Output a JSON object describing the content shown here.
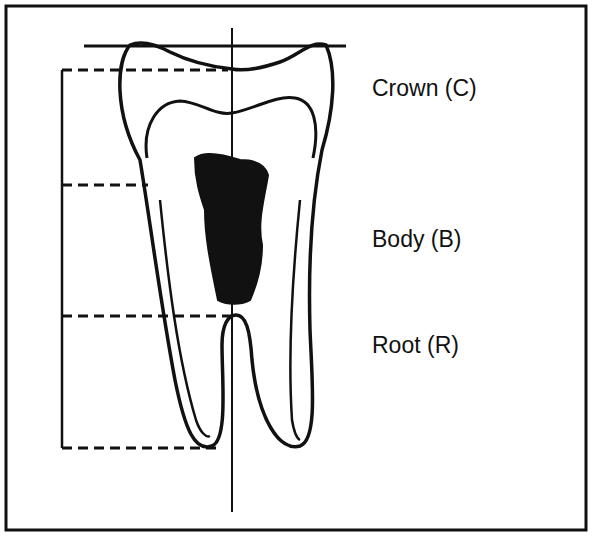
{
  "diagram": {
    "labels": [
      "Crown (C)",
      "Body (B)",
      "Root (R)"
    ]
  }
}
